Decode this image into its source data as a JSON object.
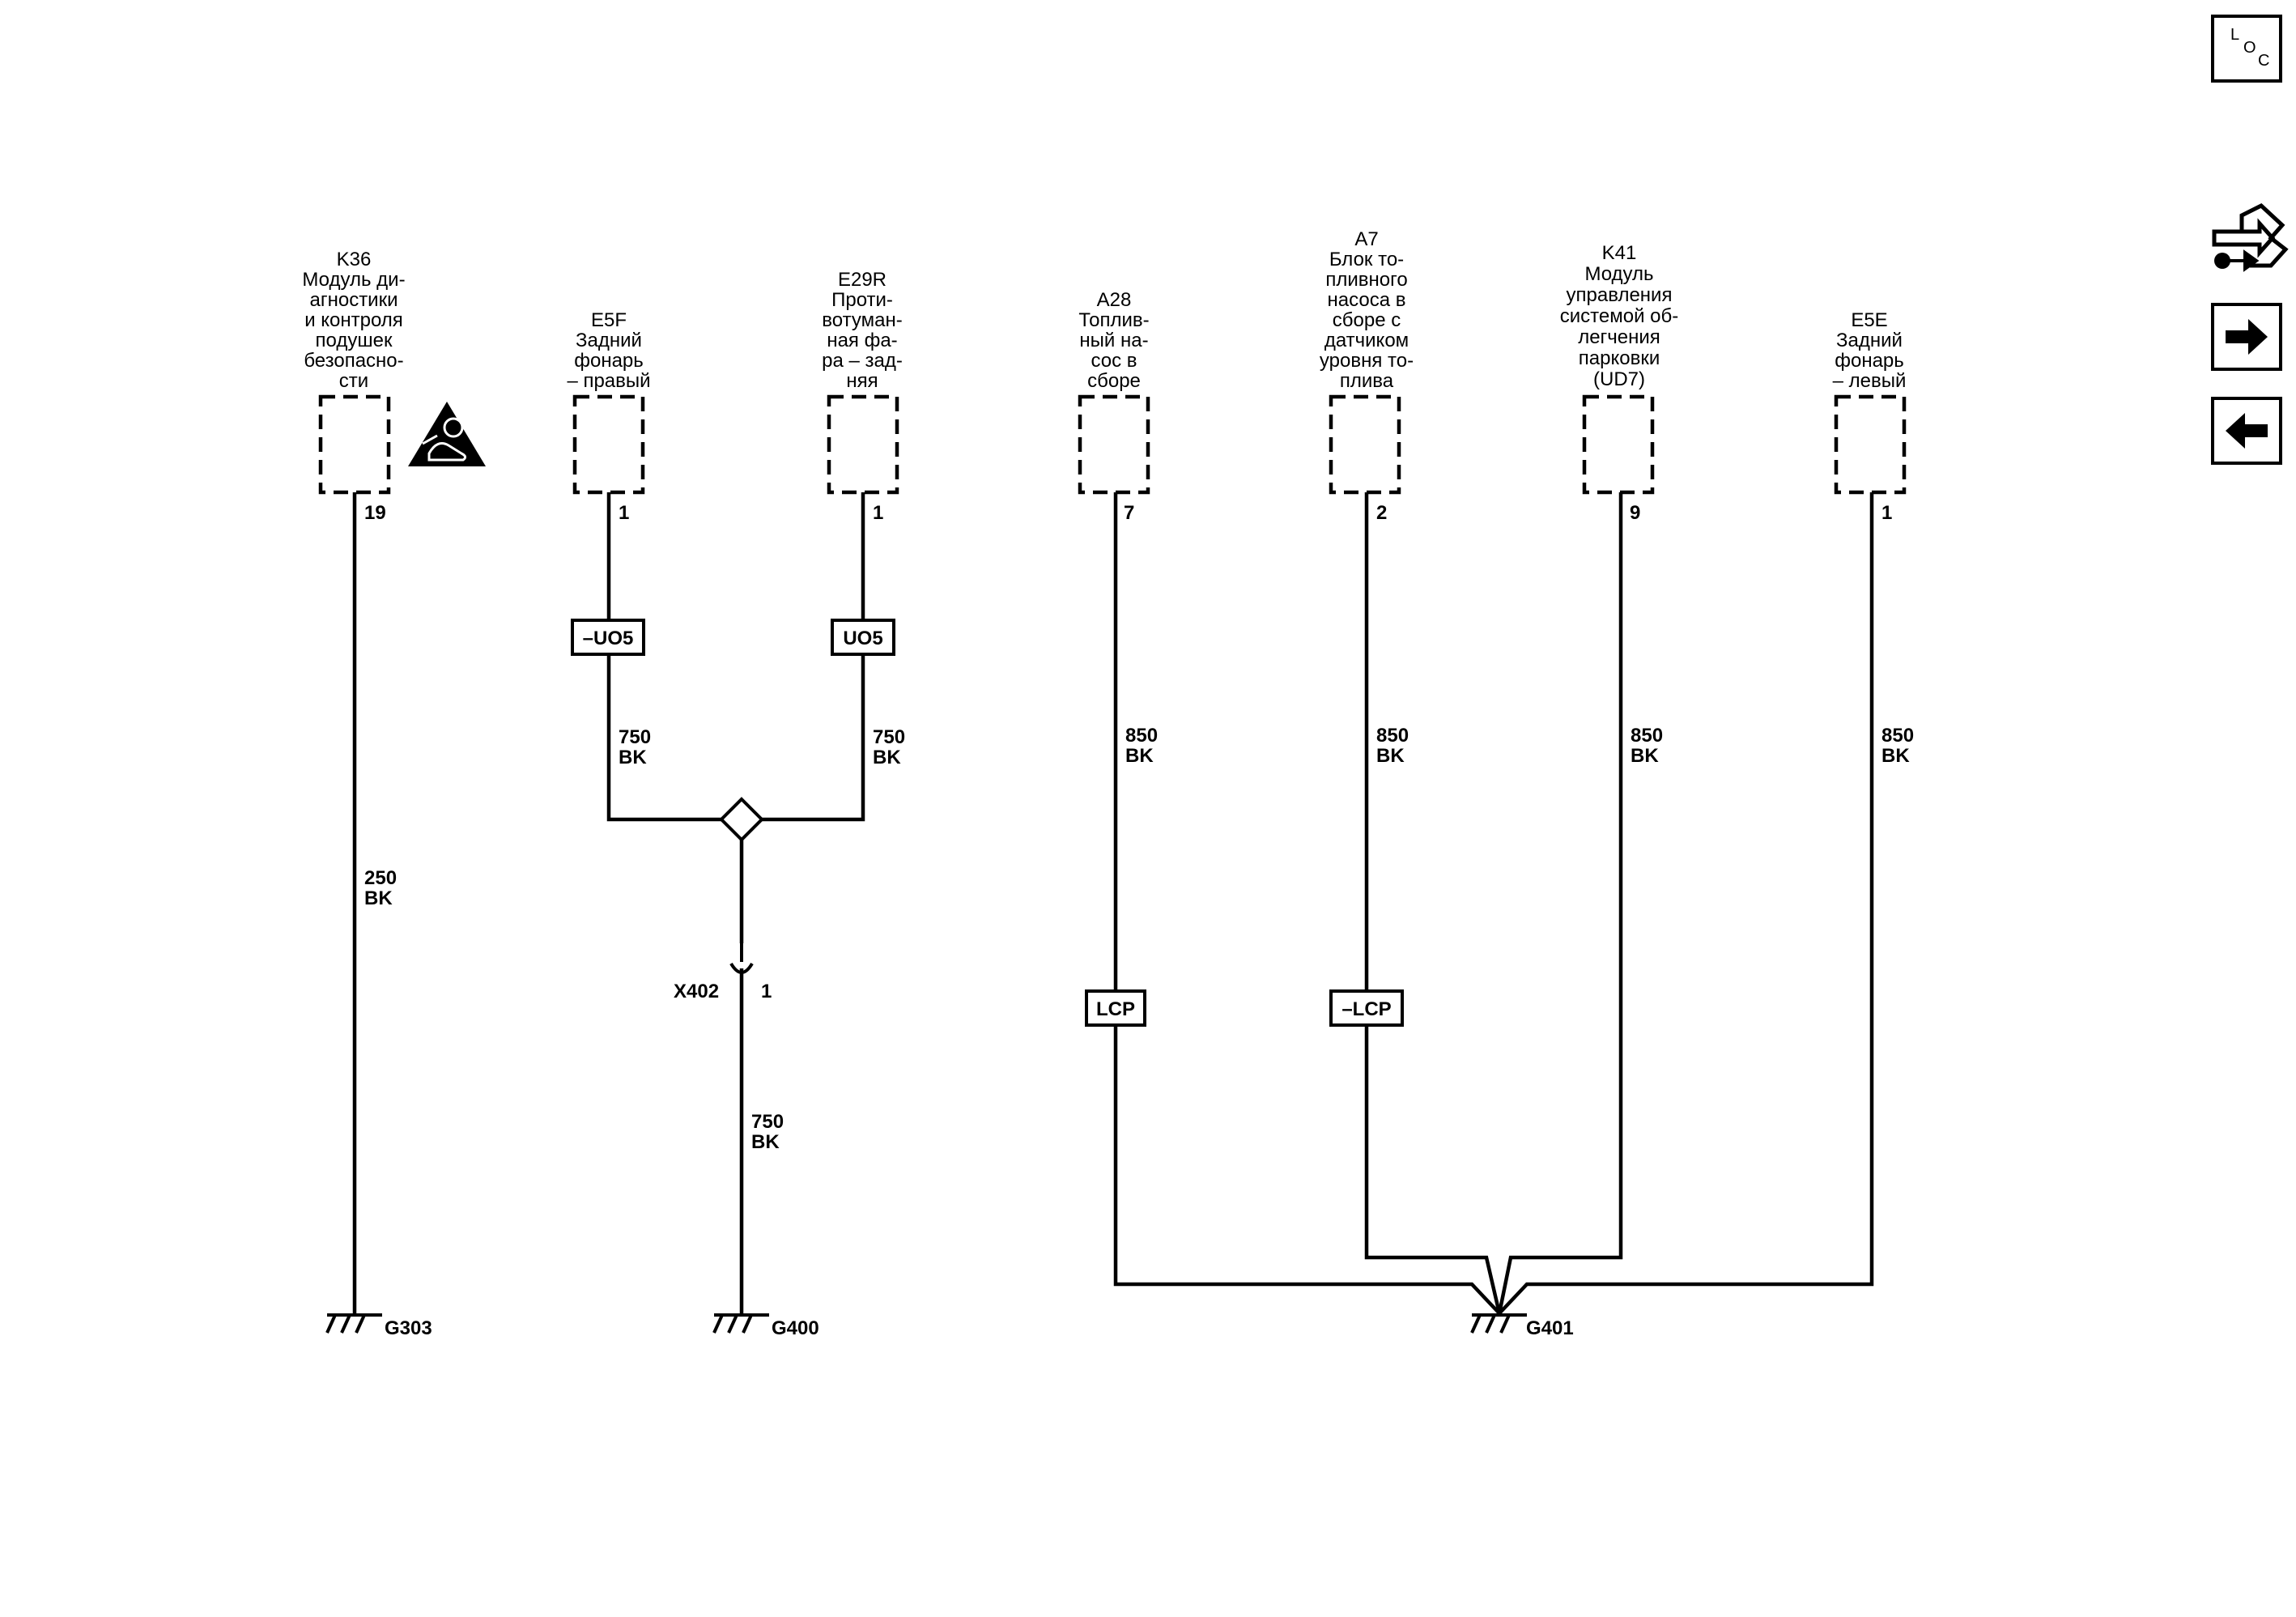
{
  "modules": {
    "k36": {
      "lines": [
        "K36",
        "Модуль ди-",
        "агностики",
        "и контроля",
        "подушек",
        "безопасно-",
        "сти"
      ],
      "pin": "19"
    },
    "e5f": {
      "lines": [
        "E5F",
        "Задний",
        "фонарь",
        "– правый"
      ],
      "pin": "1"
    },
    "e29r": {
      "lines": [
        "E29R",
        "Проти-",
        "вотуман-",
        "ная фа-",
        "ра – зад-",
        "няя"
      ],
      "pin": "1"
    },
    "a28": {
      "lines": [
        "A28",
        "Топлив-",
        "ный на-",
        "сос в",
        "сборе"
      ],
      "pin": "7"
    },
    "a7": {
      "lines": [
        "A7",
        "Блок то-",
        "пливного",
        "насоса в",
        "сборе с",
        "датчиком",
        "уровня то-",
        "плива"
      ],
      "pin": "2"
    },
    "k41": {
      "lines": [
        "K41",
        "Модуль",
        "управления",
        "системой об-",
        "легчения",
        "парковки",
        "(UD7)"
      ],
      "pin": "9"
    },
    "e5e": {
      "lines": [
        "E5E",
        "Задний",
        "фонарь",
        "– левый"
      ],
      "pin": "1"
    }
  },
  "wires": {
    "k36": {
      "circuit": "250",
      "color": "BK"
    },
    "e5f": {
      "circuit": "750",
      "color": "BK"
    },
    "e29r": {
      "circuit": "750",
      "color": "BK"
    },
    "x402": {
      "circuit": "750",
      "color": "BK"
    },
    "a28": {
      "circuit": "850",
      "color": "BK"
    },
    "a7": {
      "circuit": "850",
      "color": "BK"
    },
    "k41": {
      "circuit": "850",
      "color": "BK"
    },
    "e5e": {
      "circuit": "850",
      "color": "BK"
    }
  },
  "options": {
    "e5f": "–UO5",
    "e29r": "UO5",
    "a28": "LCP",
    "a7": "–LCP"
  },
  "connector": {
    "name": "X402",
    "pin": "1"
  },
  "grounds": {
    "g303": "G303",
    "g400": "G400",
    "g401": "G401"
  },
  "sidebar": {
    "loc_letters": [
      "L",
      "O",
      "C"
    ],
    "icons": [
      "loc-icon",
      "connector-repair-icon",
      "next-arrow-icon",
      "previous-arrow-icon"
    ]
  },
  "icons": {
    "airbag_warning": "airbag-warning-icon"
  }
}
